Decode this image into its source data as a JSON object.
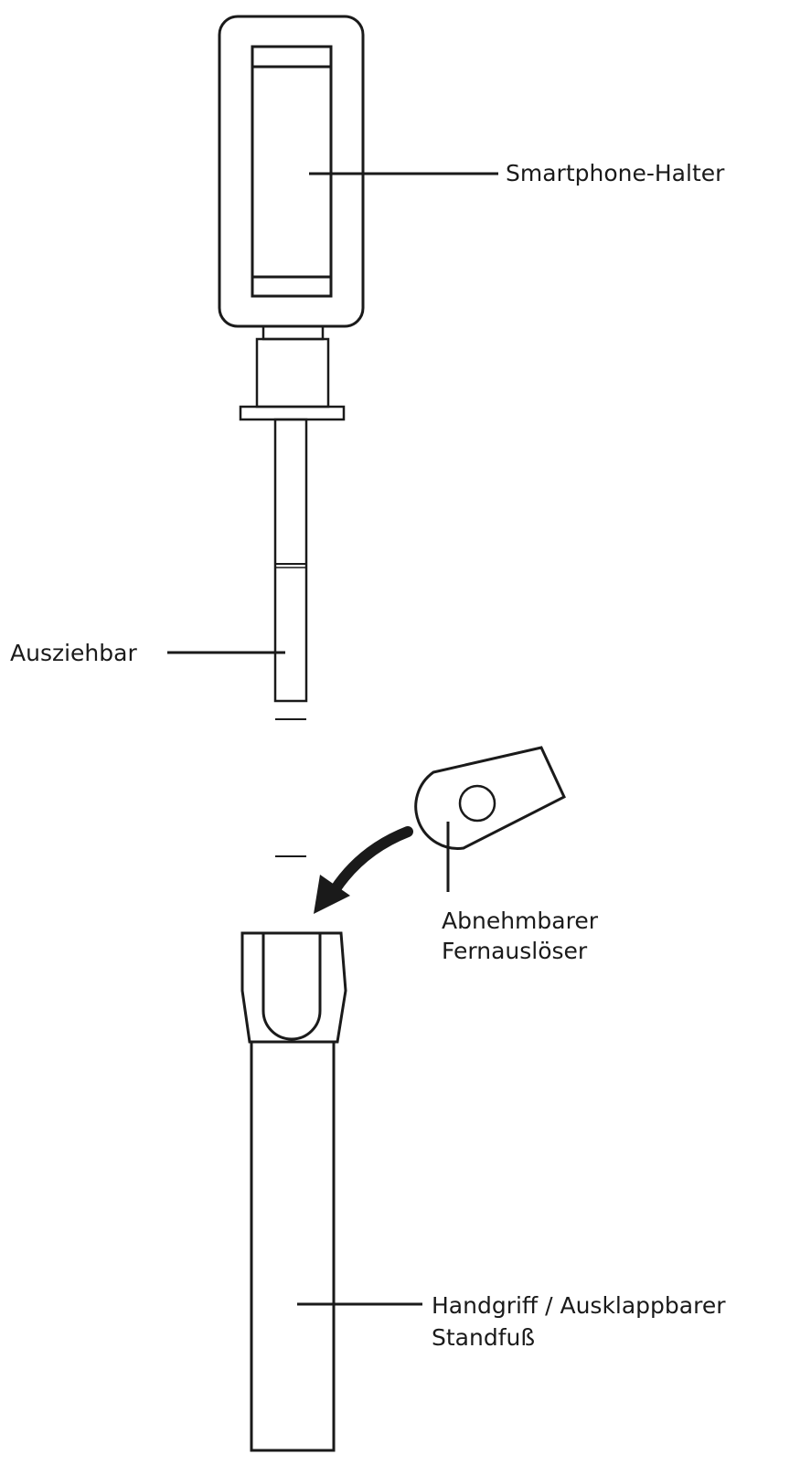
{
  "labels": {
    "holder": "Smartphone-Halter",
    "extendable": "Ausziehbar",
    "remote_line1": "Abnehmbarer",
    "remote_line2": "Fernauslöser",
    "handle_line1": "Handgriff / Ausklappbarer",
    "handle_line2": "Standfuß"
  },
  "icons": {
    "arrow": "curved-arrow-icon"
  },
  "colors": {
    "line": "#1a1a1a",
    "background": "#ffffff"
  }
}
